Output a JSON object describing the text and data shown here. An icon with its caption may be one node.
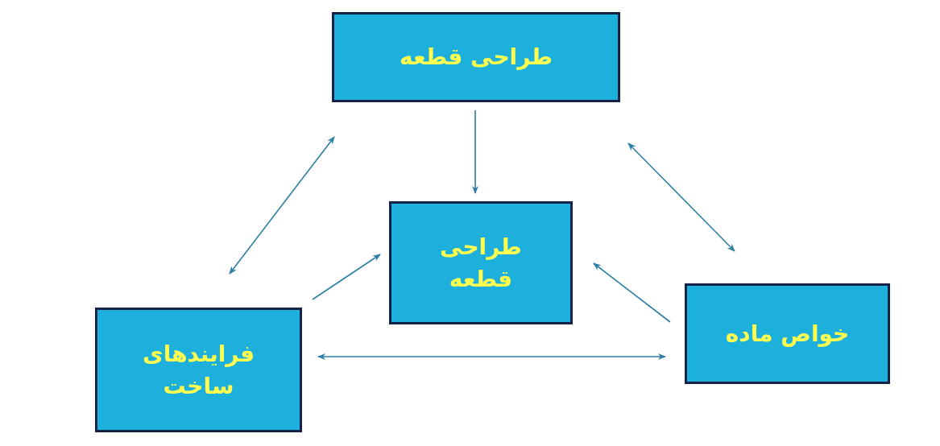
{
  "diagram": {
    "nodes": [
      {
        "text": [
          "طراحی قطعه"
        ]
      },
      {
        "text": [
          "طراحی قطعه"
        ]
      },
      {
        "text": [
          "فرایندهای ساخت"
        ]
      },
      {
        "text": [
          "خواص ماده"
        ]
      }
    ],
    "edges": [
      {
        "from": 0,
        "to": 1,
        "arrow": "to"
      },
      {
        "from": 0,
        "to": 2,
        "arrow": "both"
      },
      {
        "from": 0,
        "to": 3,
        "arrow": "both"
      },
      {
        "from": 2,
        "to": 1,
        "arrow": "to"
      },
      {
        "from": 3,
        "to": 1,
        "arrow": "to"
      },
      {
        "from": 2,
        "to": 3,
        "arrow": "both"
      }
    ]
  }
}
